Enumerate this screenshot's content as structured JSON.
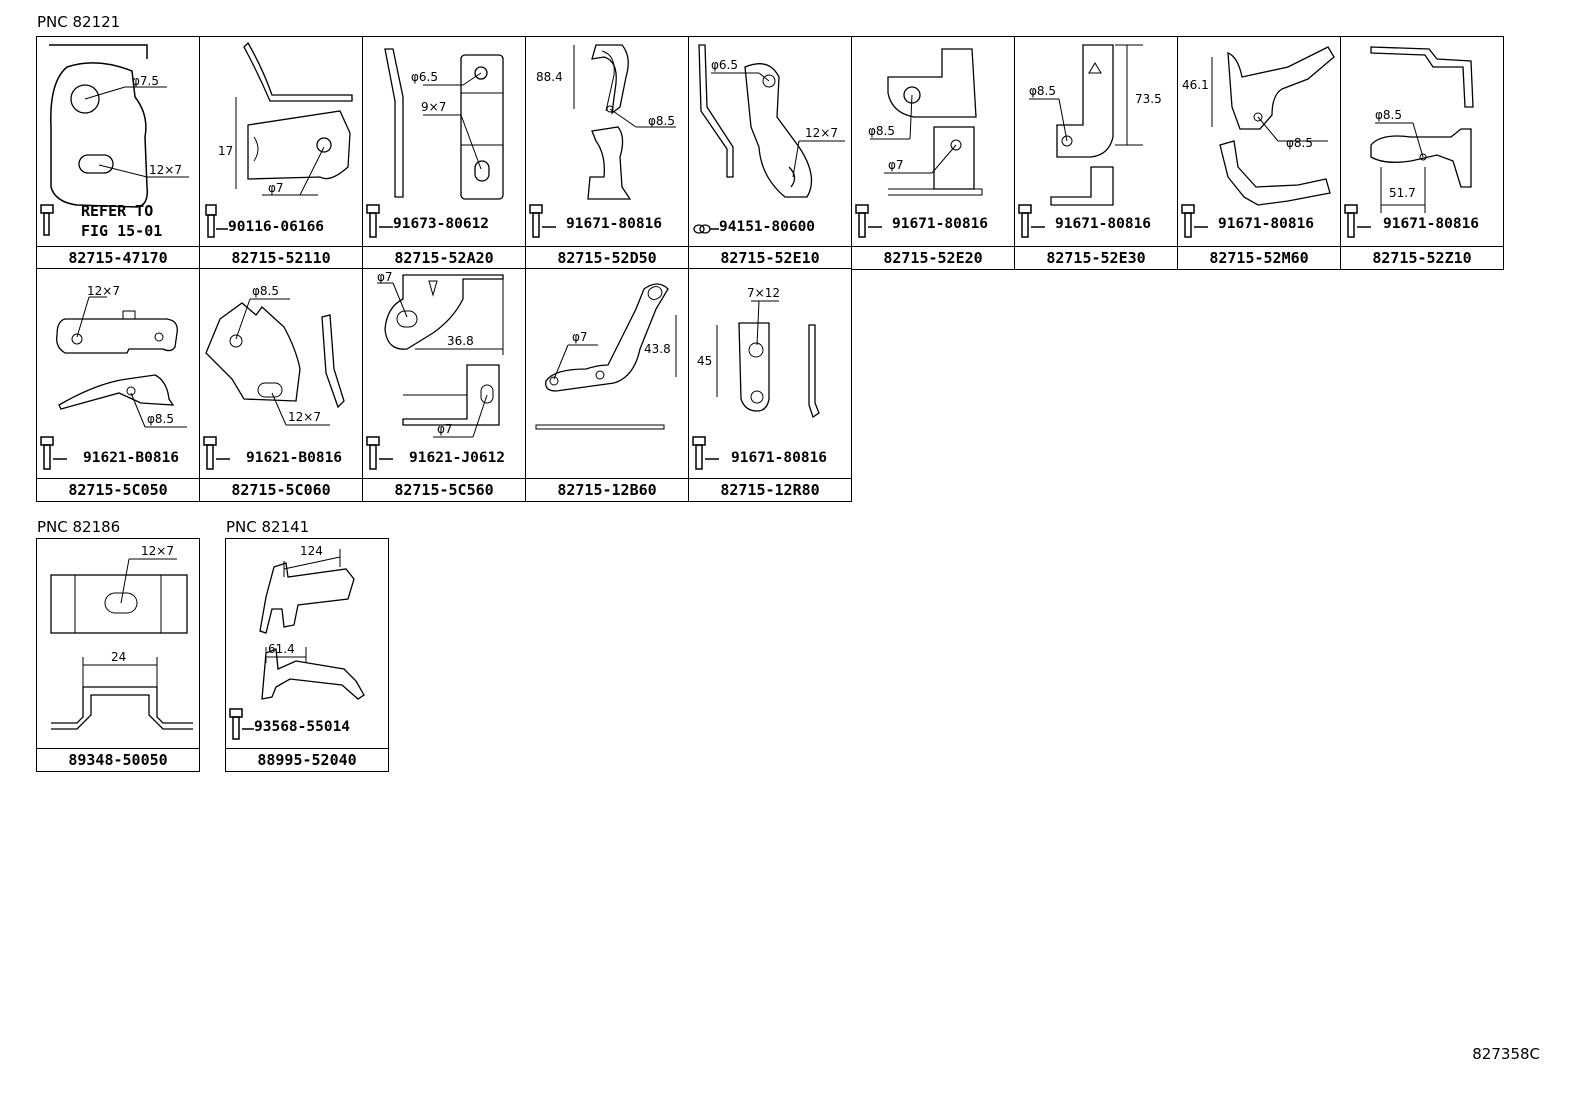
{
  "groups": [
    {
      "pnc": "PNC 82121"
    },
    {
      "pnc": "PNC 82186"
    },
    {
      "pnc": "PNC 82141"
    }
  ],
  "cells": [
    {
      "part": "82715-47170",
      "ref_line1": "REFER TO",
      "ref_line2": "FIG 15-01",
      "dims": [
        "φ7.5",
        "12×7"
      ]
    },
    {
      "part": "82715-52110",
      "bolt": "90116-06166",
      "dims": [
        "17",
        "φ7"
      ]
    },
    {
      "part": "82715-52A20",
      "bolt": "91673-80612",
      "dims": [
        "φ6.5",
        "9×7"
      ]
    },
    {
      "part": "82715-52D50",
      "bolt": "91671-80816",
      "dims": [
        "88.4",
        "φ8.5"
      ]
    },
    {
      "part": "82715-52E10",
      "bolt": "94151-80600",
      "dims": [
        "φ6.5",
        "12×7"
      ]
    },
    {
      "part": "82715-52E20",
      "bolt": "91671-80816",
      "dims": [
        "φ8.5",
        "φ7"
      ]
    },
    {
      "part": "82715-52E30",
      "bolt": "91671-80816",
      "dims": [
        "φ8.5",
        "73.5"
      ]
    },
    {
      "part": "82715-52M60",
      "bolt": "91671-80816",
      "dims": [
        "46.1",
        "φ8.5"
      ]
    },
    {
      "part": "82715-52Z10",
      "bolt": "91671-80816",
      "dims": [
        "φ8.5",
        "51.7"
      ]
    },
    {
      "part": "82715-5C050",
      "bolt": "91621-B0816",
      "dims": [
        "12×7",
        "φ8.5"
      ]
    },
    {
      "part": "82715-5C060",
      "bolt": "91621-B0816",
      "dims": [
        "φ8.5",
        "12×7"
      ]
    },
    {
      "part": "82715-5C560",
      "bolt": "91621-J0612",
      "dims": [
        "φ7",
        "36.8",
        "φ7"
      ]
    },
    {
      "part": "82715-12B60",
      "dims": [
        "φ7",
        "43.8"
      ]
    },
    {
      "part": "82715-12R80",
      "bolt": "91671-80816",
      "dims": [
        "7×12",
        "45"
      ]
    },
    {
      "part": "89348-50050",
      "dims": [
        "12×7",
        "24"
      ]
    },
    {
      "part": "88995-52040",
      "bolt": "93568-55014",
      "dims": [
        "124",
        "61.4"
      ]
    }
  ],
  "figure_code": "827358C"
}
